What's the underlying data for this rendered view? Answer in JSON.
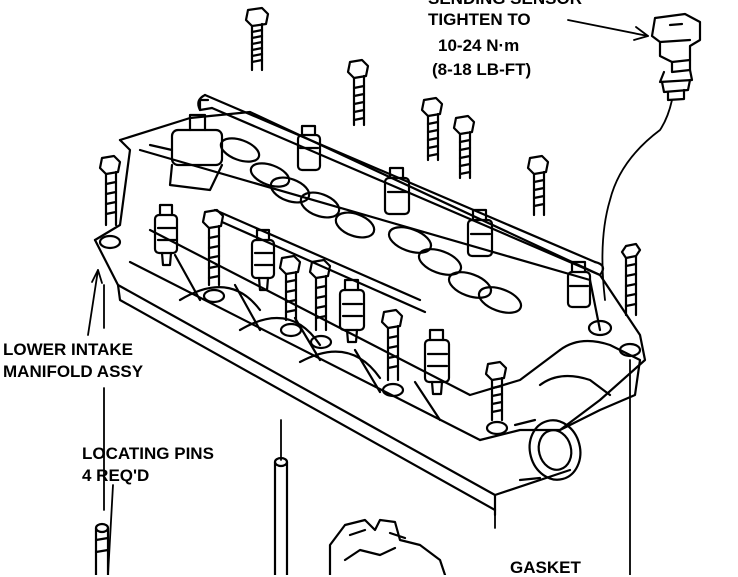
{
  "labels": {
    "sensor_top": "SENDING SENSOR",
    "sensor_tighten": "TIGHTEN TO",
    "sensor_torque_nm": "10-24 N·m",
    "sensor_torque_lbft": "(8-18 LB-FT)",
    "lower_intake_1": "LOWER INTAKE",
    "lower_intake_2": "MANIFOLD ASSY",
    "locating_pins_1": "LOCATING PINS",
    "locating_pins_2": "4 REQ'D",
    "gasket": "GASKET"
  }
}
